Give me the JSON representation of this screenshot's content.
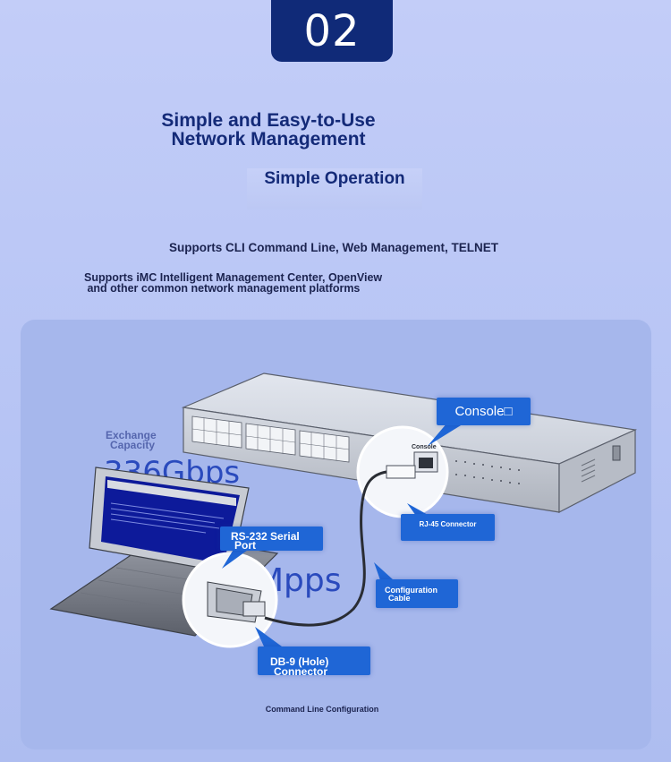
{
  "badge": {
    "number": "02"
  },
  "header": {
    "title_line1": "Simple and Easy-to-Use",
    "title_line2": "Network Management",
    "subtitle": "Simple Operation"
  },
  "features": {
    "line1": "Supports CLI Command Line, Web Management, TELNET",
    "line2a": "Supports iMC Intelligent Management Center, OpenView",
    "line2b": " and other common network management platforms"
  },
  "diagram": {
    "callouts": {
      "console": "Console□",
      "rj45": "RJ-45 Connector",
      "rs232_line1": "RS-232 Serial",
      "rs232_line2": "Port",
      "config_line1": "Configuration",
      "config_line2": "Cable",
      "db9_line1": "DB-9 (Hole)",
      "db9_line2": "Connector"
    },
    "port_label": "Console",
    "background_labels": {
      "exchange_line1": "Exchange",
      "exchange_line2": "Capacity",
      "exchange_value": "336Gbps",
      "pps_value": "Mpps"
    },
    "caption": "Command Line Configuration"
  },
  "colors": {
    "badge": "#102a78",
    "title": "#142a78",
    "callout": "#1f66d6",
    "panel": "#a6b7ec",
    "background": "#c3cdf8"
  }
}
